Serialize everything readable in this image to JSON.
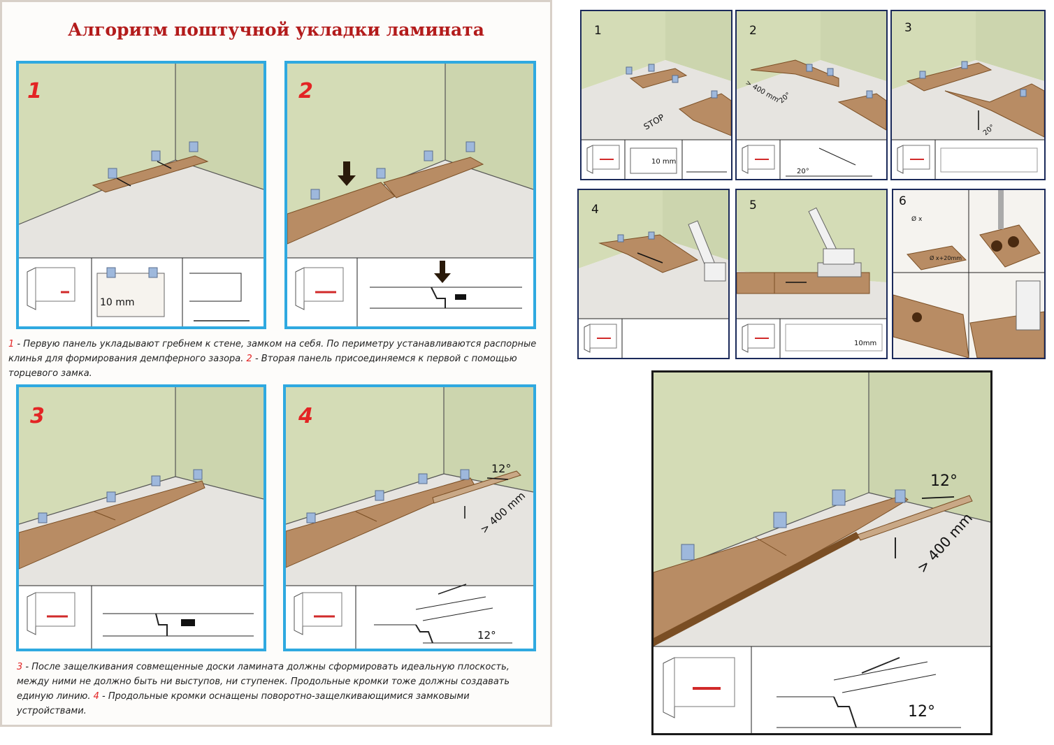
{
  "poster": {
    "title": "Алгоритм поштучной укладки ламината",
    "steps": [
      {
        "num": "1",
        "measure": "10 mm"
      },
      {
        "num": "2"
      },
      {
        "num": "3"
      },
      {
        "num": "4",
        "angle": "12°",
        "length": "> 400 mm",
        "detail_angle": "12°"
      }
    ],
    "desc1": {
      "n1": "1",
      "t1": " - Первую панель укладывают гребнем к стене, замком на себя. По периметру устанавливаются распорные клинья для формирования демпферного зазора. ",
      "n2": "2",
      "t2": " - Вторая панель присоединяемся к первой с помощью торцевого замка."
    },
    "desc2": {
      "n1": "3",
      "t1": " - После защелкивания совмещенные доски ламината должны сформировать идеальную плоскость, между ними не должно быть ни выступов, ни ступенек. Продольные кромки тоже должны создавать единую линию. ",
      "n2": "4",
      "t2": " - Продольные кромки оснащены поворотно-защелкивающимися замковыми устройствами."
    }
  },
  "grid": [
    {
      "num": "1",
      "stop": "STOP",
      "measure": "10 mm"
    },
    {
      "num": "2",
      "length": "> 400 mm",
      "angle": "20°",
      "detail_angle": "20°"
    },
    {
      "num": "3",
      "angle": "20°"
    },
    {
      "num": "4"
    },
    {
      "num": "5",
      "measure": "10mm"
    },
    {
      "num": "6",
      "dia": "Ø x",
      "dia2": "Ø x+20mm"
    }
  ],
  "big": {
    "angle": "12°",
    "length": "> 400 mm",
    "detail_angle": "12°"
  },
  "colors": {
    "wall": "#d4dcb6",
    "floor": "#e6e4e0",
    "board": "#b88c64",
    "board_edge": "#7a4e24",
    "frame_blue": "#2fa9e0",
    "frame_navy": "#1b2a5a",
    "title_red": "#b31b1b",
    "num_red": "#e32424"
  }
}
